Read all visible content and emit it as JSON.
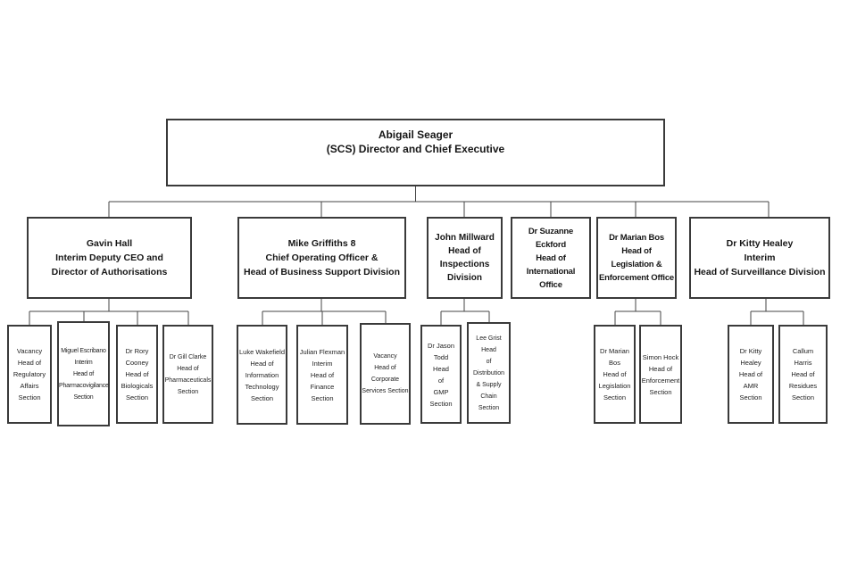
{
  "diagram_type": "organisation-chart",
  "colors": {
    "background": "#ffffff",
    "box_border": "#3a3a3a",
    "connector_line": "#444444",
    "text": "#161616"
  },
  "nodes": {
    "ceo": {
      "text": "Abigail Seager\n(SCS) Director and Chief Executive"
    },
    "gavin": {
      "text": "Gavin Hall\nInterim Deputy CEO and\nDirector of Authorisations"
    },
    "mike": {
      "text": "Mike Griffiths 8\nChief Operating Officer &\nHead of Business Support Division"
    },
    "john": {
      "text": "John Millward\nHead of\nInspections\nDivision"
    },
    "suzanne": {
      "text": "Dr Suzanne Eckford\nHead of\nInternational\nOffice"
    },
    "marian": {
      "text": "Dr Marian Bos\nHead of\nLegislation &\nEnforcement Office"
    },
    "kitty": {
      "text": "Dr Kitty Healey\nInterim\nHead of Surveillance Division"
    },
    "g1": {
      "text": "Vacancy\nHead of\nRegulatory\nAffairs\nSection"
    },
    "g2": {
      "text": "Miguel Escribano\nInterim\nHead of\nPharmacovigilance\nSection"
    },
    "g3": {
      "text": "Dr Rory\nCooney\nHead of\nBiologicals\nSection"
    },
    "g4": {
      "text": "Dr Gill Clarke\nHead of\nPharmaceuticals\nSection"
    },
    "m1": {
      "text": "Luke Wakefield\nHead of\nInformation\nTechnology\nSection"
    },
    "m2": {
      "text": "Julian Flexman\nInterim\nHead of\nFinance\nSection"
    },
    "m3": {
      "text": "Vacancy\nHead of\nCorporate\nServices Section"
    },
    "j1": {
      "text": "Dr Jason\nTodd\nHead\nof\nGMP\nSection"
    },
    "j2": {
      "text": "Lee Grist Head\nof\nDistribution\n& Supply\nChain\nSection"
    },
    "r1": {
      "text": "Dr Marian\nBos\nHead of\nLegislation\nSection"
    },
    "r2": {
      "text": "Simon Hock\nHead of\nEnforcement\nSection"
    },
    "k1": {
      "text": "Dr Kitty\nHealey\nHead of\nAMR\nSection"
    },
    "k2": {
      "text": "Callum\nHarris\nHead of\nResidues\nSection"
    }
  },
  "hierarchy": [
    {
      "parent": "ceo",
      "children": [
        "gavin",
        "mike",
        "john",
        "suzanne",
        "marian",
        "kitty"
      ]
    },
    {
      "parent": "gavin",
      "children": [
        "g1",
        "g2",
        "g3",
        "g4"
      ]
    },
    {
      "parent": "mike",
      "children": [
        "m1",
        "m2",
        "m3"
      ]
    },
    {
      "parent": "john",
      "children": [
        "j1",
        "j2"
      ]
    },
    {
      "parent": "marian",
      "children": [
        "r1",
        "r2"
      ]
    },
    {
      "parent": "kitty",
      "children": [
        "k1",
        "k2"
      ]
    }
  ]
}
